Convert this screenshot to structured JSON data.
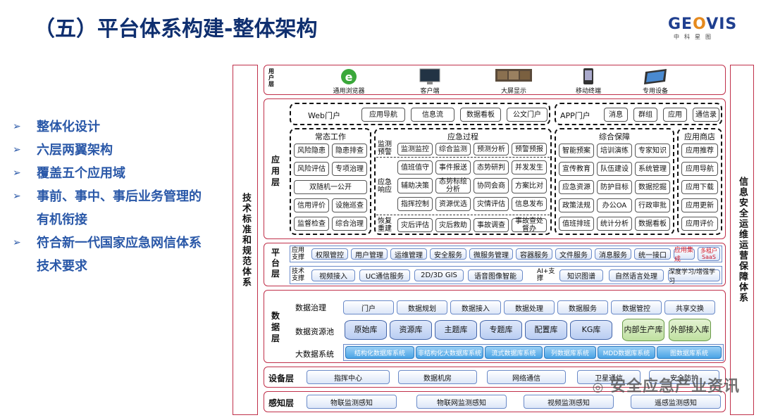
{
  "title": "（五）平台体系构建-整体架构",
  "logo": {
    "main_pre": "GE",
    "main_o": "O",
    "main_post": "VIS",
    "sub": "中科星图"
  },
  "bullets": [
    "整体化设计",
    "六层两翼架构",
    "覆盖五个应用域",
    "事前、事中、事后业务管理的有机衔接",
    "符合新一代国家应急网信体系技术要求"
  ],
  "left_wing": "技术标准和规范体系",
  "right_wing": "信息安全运维运营保障体系",
  "user_layer": {
    "label": "用户层",
    "items": [
      "通用浏览器",
      "客户端",
      "大屏显示",
      "移动终端",
      "专用设备"
    ]
  },
  "app_layer": {
    "label": "应用层",
    "web_portal": {
      "title": "Web门户",
      "items": [
        "应用导航",
        "信息流",
        "数据看板",
        "公文门户"
      ]
    },
    "app_portal": {
      "title": "APP门户",
      "items": [
        "消息",
        "群组",
        "应用",
        "通信录"
      ]
    },
    "routine": {
      "title": "常态工作",
      "items": [
        "风险隐患",
        "隐患排查",
        "风险评估",
        "专项治理"
      ],
      "wide": "双随机一公开",
      "items2": [
        "信用评价",
        "设施巡查",
        "监督检查",
        "综合治理"
      ]
    },
    "emergency": {
      "title": "应急过程",
      "rows": [
        {
          "label": "监测预警",
          "items": [
            "监测监控",
            "综合监测",
            "预测分析",
            "预警预报"
          ]
        },
        {
          "label": "应急响应",
          "items": [
            "值班值守",
            "事件报送",
            "态势研判",
            "并发发生",
            "辅助决策",
            "态势标绘分析",
            "协同会商",
            "方案比对",
            "指挥控制",
            "资源优选",
            "灾情评估",
            "信息发布"
          ]
        },
        {
          "label": "恢复重建",
          "items": [
            "灾后评估",
            "灾后救助",
            "事故调查",
            "事故查处督办"
          ]
        }
      ]
    },
    "support": {
      "title": "综合保障",
      "items": [
        "智能预案",
        "培训演练",
        "专家知识",
        "宣传教育",
        "队伍建设",
        "系统管理",
        "应急资源",
        "防护目标",
        "数据挖掘",
        "政策法规",
        "办公OA",
        "行政审批",
        "值班排班",
        "统计分析",
        "数据看板"
      ]
    },
    "store": {
      "title": "应用商店",
      "items": [
        "应用推荐",
        "应用导航",
        "应用下载",
        "应用更新",
        "应用评价"
      ]
    }
  },
  "platform_layer": {
    "label": "平台层",
    "app_support": {
      "title": "应用支撑",
      "items": [
        "权限管控",
        "用户管理",
        "运维管理",
        "安全服务",
        "微服务管理",
        "容器服务",
        "文件服务",
        "消息服务",
        "统一接口",
        "应用集成",
        "多租户SaaS"
      ]
    },
    "tech_support": {
      "title": "技术支撑",
      "items": [
        "视频接入",
        "UC通信服务",
        "2D/3D GIS",
        "语音图像智能"
      ]
    },
    "ai_support": {
      "title": "AI+支撑",
      "items": [
        "知识图谱",
        "自然语言处理",
        "深度学习/增强学习"
      ]
    }
  },
  "data_layer": {
    "label": "数据层",
    "governance": {
      "title": "数据治理",
      "items": [
        "门户",
        "数据规划",
        "数据接入",
        "数据处理",
        "数据服务",
        "数据管控",
        "共享交换"
      ]
    },
    "resource": {
      "title": "数据资源池",
      "items": [
        "原始库",
        "资源库",
        "主题库",
        "专题库",
        "配置库",
        "KG库"
      ],
      "green": [
        "内部生产库",
        "外部接入库"
      ]
    },
    "bigdata": {
      "title": "大数据系统",
      "items": [
        "结构化数据库系统",
        "非结构化大数据库系统",
        "流式数据库系统",
        "列数据库系统",
        "MDD数据库系统",
        "图数据库系统"
      ]
    }
  },
  "device_layer": {
    "label": "设备层",
    "items": [
      "指挥中心",
      "数据机房",
      "网络通信",
      "卫星通信",
      "安全防护"
    ]
  },
  "sense_layer": {
    "label": "感知层",
    "items": [
      "物联监测感知",
      "物联网监测感知",
      "视频监测感知",
      "遥感监测感知"
    ]
  },
  "watermark": "安全应急产业资讯",
  "colors": {
    "title": "#0f2f6f",
    "bullet": "#2a58a8",
    "frame": "#c0304a",
    "highlight_red": "#d21a2a"
  }
}
